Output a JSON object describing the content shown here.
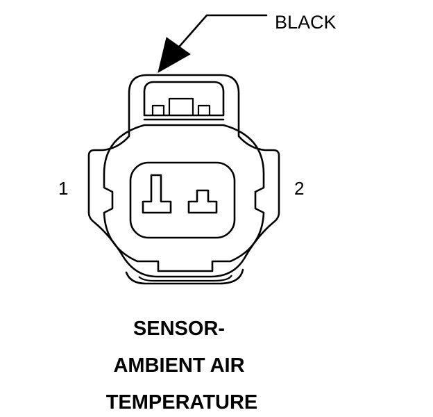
{
  "callout": {
    "color_label": "BLACK"
  },
  "pins": {
    "pin1": "1",
    "pin2": "2"
  },
  "title": {
    "line1": "SENSOR-",
    "line2": "AMBIENT AIR",
    "line3": "TEMPERATURE"
  },
  "colors": {
    "ink": "#000000",
    "background": "#ffffff"
  }
}
